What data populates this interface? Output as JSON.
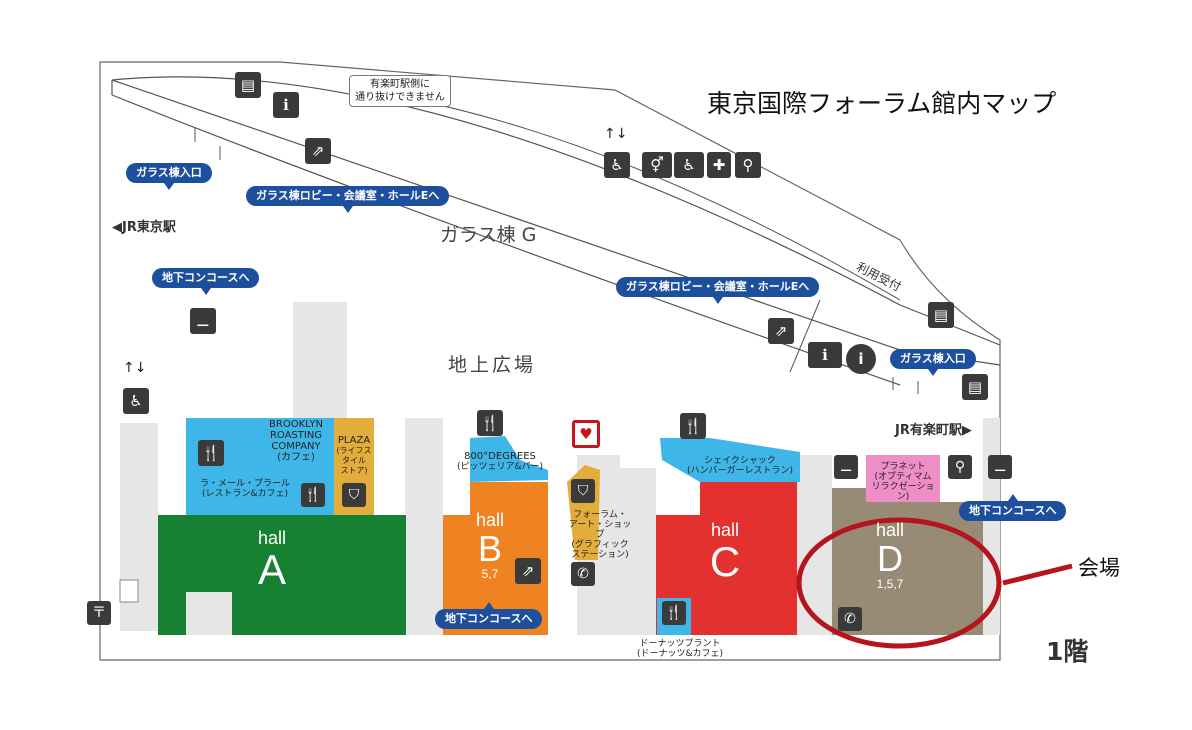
{
  "title": "東京国際フォーラム館内マップ",
  "floor": "1階",
  "venue_label": "会場",
  "notices": {
    "no_pass_line1": "有楽町駅側に",
    "no_pass_line2": "通り抜けできません"
  },
  "stations": {
    "tokyo": "◀JR東京駅",
    "yurakucho": "JR有楽町駅▶"
  },
  "areas": {
    "glass_building": "ガラス棟 G",
    "plaza": "地上広場",
    "reception": "利用受付"
  },
  "bubbles": {
    "glass_entrance_left": "ガラス棟入口",
    "glass_lobby_left": "ガラス棟ロビー・会議室・ホールEへ",
    "concourse_left": "地下コンコースへ",
    "glass_lobby_right": "ガラス棟ロビー・会議室・ホールEへ",
    "glass_entrance_right": "ガラス棟入口",
    "concourse_b": "地下コンコースへ",
    "concourse_d": "地下コンコースへ"
  },
  "halls": {
    "a": {
      "word": "hall",
      "letter": "A"
    },
    "b": {
      "word": "hall",
      "letter": "B",
      "floors": "5,7"
    },
    "c": {
      "word": "hall",
      "letter": "C"
    },
    "d": {
      "word": "hall",
      "letter": "D",
      "floors": "1,5,7"
    }
  },
  "shops": {
    "brooklyn_1": "BROOKLYN",
    "brooklyn_2": "ROASTING",
    "brooklyn_3": "COMPANY",
    "brooklyn_4": "(カフェ)",
    "plaza_1": "PLAZA",
    "plaza_2": "(ライフスタイル",
    "plaza_3": "ストア)",
    "lamer_1": "ラ・メール・プラール",
    "lamer_2": "(レストラン&カフェ)",
    "degrees_1": "800°DEGREES",
    "degrees_2": "(ピッツェリア&バー)",
    "shake_1": "シェイクシャック",
    "shake_2": "(ハンバーガーレストラン)",
    "artshop_1": "フォーラム・",
    "artshop_2": "アート・ショップ",
    "artshop_3": "(グラフィック",
    "artshop_4": "ステーション)",
    "planet_1": "プラネット",
    "planet_2": "(オプティマム",
    "planet_3": "リラクゼーション)",
    "donut_1": "ドーナッツプラント",
    "donut_2": "(ドーナッツ&カフェ)"
  },
  "colors": {
    "hall_a": "#168033",
    "hall_b": "#ef8322",
    "hall_c": "#e2312f",
    "hall_d": "#978b76",
    "shop_blue": "#3fb6e8",
    "shop_gold": "#e2ad3a",
    "shop_pink": "#ef8ec6",
    "bubble": "#1d4f9c",
    "venue_circle": "#b5141c"
  }
}
